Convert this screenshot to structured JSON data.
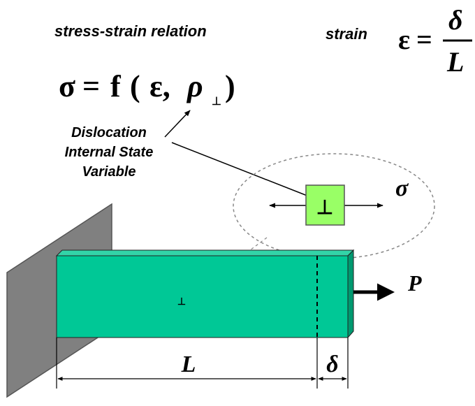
{
  "header": {
    "relation_label": "stress-strain relation",
    "strain_label": "strain"
  },
  "equations": {
    "strain": {
      "lhs": "ε",
      "eq": "=",
      "numerator": "δ",
      "denominator": "L"
    },
    "stress": {
      "sigma": "σ",
      "eq": "=",
      "func": "f",
      "open": "(",
      "arg1": "ε,",
      "arg2": "ρ",
      "arg2_subscript": "⊥",
      "close": ")"
    }
  },
  "annotation": {
    "lines": [
      "Dislocation",
      "Internal State",
      "Variable"
    ]
  },
  "zoom": {
    "dislocation_symbol": "⊥",
    "stress_symbol": "σ"
  },
  "bar": {
    "dislocation_symbol": "⊥",
    "load_label": "P",
    "length_label": "L",
    "elongation_label": "δ"
  },
  "colors": {
    "bar_face": "#00c896",
    "bar_top": "#33d4a8",
    "bar_side": "#009970",
    "wall": "#808080",
    "zoom_square": "#99ff66"
  }
}
